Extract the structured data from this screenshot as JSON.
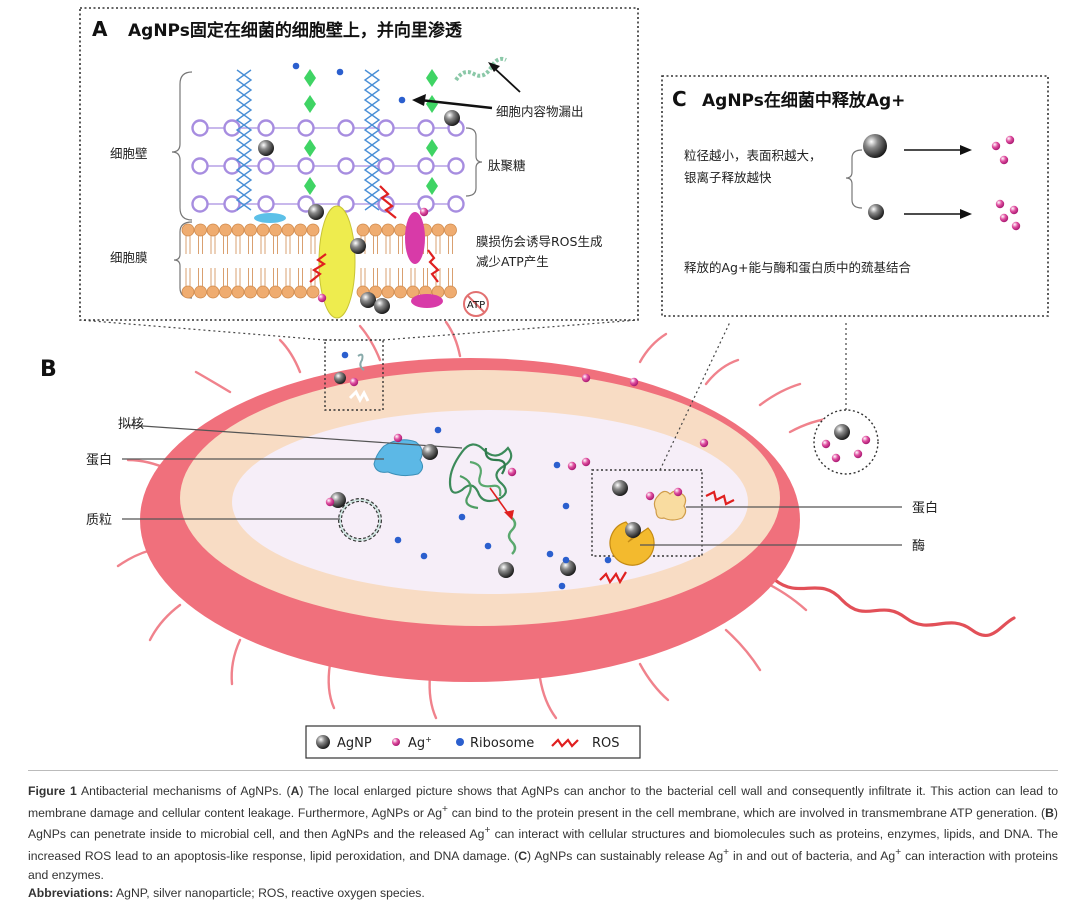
{
  "panel_a": {
    "letter": "A",
    "title": "AgNPs固定在细菌的细胞壁上，并向里渗透",
    "labels": {
      "cell_wall": "细胞壁",
      "cell_membrane": "细胞膜",
      "leak": "细胞内容物漏出",
      "peptidoglycan": "肽聚糖",
      "ros_line1": "膜损伤会诱导ROS生成",
      "ros_line2": "减少ATP产生",
      "atp": "ATP"
    }
  },
  "panel_b": {
    "letter": "B",
    "labels": {
      "nucleoid": "拟核",
      "protein_left": "蛋白",
      "plasmid": "质粒",
      "protein_right": "蛋白",
      "enzyme": "酶"
    }
  },
  "panel_c": {
    "letter": "C",
    "title": "AgNPs在细菌中释放Ag+",
    "line1": "粒径越小，表面积越大，",
    "line2": "银离子释放越快",
    "line3": "释放的Ag+能与酶和蛋白质中的巯基结合"
  },
  "legend": {
    "agnp": "AgNP",
    "ag_ion": "Ag",
    "ag_ion_sup": "+",
    "ribosome": "Ribosome",
    "ros": "ROS"
  },
  "caption": {
    "figure_label": "Figure 1",
    "part1": " Antibacterial mechanisms of AgNPs. (",
    "a": "A",
    "part2": ") The local enlarged picture shows that AgNPs can anchor to the bacterial cell wall and consequently infiltrate it. This action can lead to membrane damage and cellular content leakage. Furthermore, AgNPs or Ag",
    "sup1": "+",
    "part3": " can bind to the protein present in the cell membrane, which are involved in transmembrane ATP generation. (",
    "b": "B",
    "part4": ") AgNPs can penetrate inside to microbial cell, and then AgNPs and the released Ag",
    "sup2": "+",
    "part5": " can interact with cellular structures and biomolecules such as proteins, enzymes, lipids, and DNA. The increased ROS lead to an apoptosis-like response, lipid peroxidation, and DNA damage. (",
    "c": "C",
    "part6": ") AgNPs can sustainably release Ag",
    "sup3": "+",
    "part7": " in and out of bacteria, and Ag",
    "sup4": "+",
    "part8": " can interaction with proteins and enzymes.",
    "abbr_label": "Abbreviations:",
    "abbr_text": " AgNP, silver nanoparticle; ROS, reactive oxygen species."
  },
  "colors": {
    "cell_wall_red": "#f0707c",
    "cytoplasm_beige": "#f8dcc4",
    "inner_lavender": "#f6eef8",
    "ag_ion": "#d0308c",
    "ribosome": "#2b5fce",
    "ros": "#e02020",
    "lipid_head": "#efac70",
    "protein_blue": "#5cb8e6",
    "channel_yellow": "#eeec4e",
    "enzyme_yellow": "#f3ba2e",
    "green_diamond": "#3fd464",
    "purple_ring": "#a78de0",
    "blue_strand": "#4a8fd6"
  }
}
